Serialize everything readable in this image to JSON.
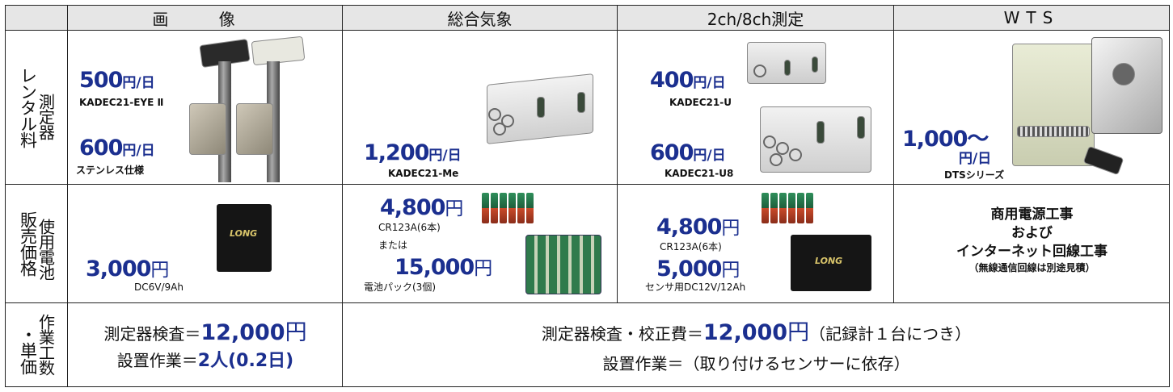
{
  "header": {
    "corner": "",
    "col_image": "画 像",
    "col_weather": "総合気象",
    "col_measure": "2ch/8ch測定",
    "col_wts": "WTS"
  },
  "row_rental": {
    "label_outer": "レンタル料",
    "label_inner": "測定器",
    "image": {
      "p1_num": "500",
      "p1_unit": "円/日",
      "p1_model": "KADEC21-EYE Ⅱ",
      "p2_num": "600",
      "p2_unit": "円/日",
      "p2_model": "ステンレス仕様"
    },
    "weather": {
      "num": "1,200",
      "unit": "円/日",
      "model": "KADEC21-Me"
    },
    "measure": {
      "p1_num": "400",
      "p1_unit": "円/日",
      "p1_model": "KADEC21-U",
      "p2_num": "600",
      "p2_unit": "円/日",
      "p2_model": "KADEC21-U8"
    },
    "wts": {
      "num": "1,000～",
      "unit": "円/日",
      "model": "DTSシリーズ"
    }
  },
  "row_sales": {
    "label_outer": "販売価格",
    "label_inner": "使用電池",
    "image": {
      "num": "3,000",
      "unit": "円",
      "spec": "DC6V/9Ah",
      "battery_brand": "LONG"
    },
    "weather": {
      "p1_num": "4,800",
      "p1_unit": "円",
      "p1_spec": "CR123A(6本)",
      "or": "または",
      "p2_num": "15,000",
      "p2_unit": "円",
      "p2_spec": "電池パック(3個)"
    },
    "measure": {
      "p1_num": "4,800",
      "p1_unit": "円",
      "p1_spec": "CR123A(6本)",
      "p2_num": "5,000",
      "p2_unit": "円",
      "p2_spec": "センサ用DC12V/12Ah",
      "battery_brand": "LONG"
    },
    "wts": {
      "line1": "商用電源工事",
      "line2": "および",
      "line3": "インターネット回線工事",
      "note": "（無線通信回線は別途見積）"
    }
  },
  "row_work": {
    "label_outer": "・単価",
    "label_inner": "作業工数",
    "image": {
      "l1_prefix": "測定器検査＝",
      "l1_num": "12,000",
      "l1_unit": "円",
      "l2_prefix": "設置作業＝",
      "l2_value": "2人(0.2日)"
    },
    "others": {
      "l1_prefix": "測定器検査・校正費＝",
      "l1_num": "12,000",
      "l1_unit": "円",
      "l1_suffix": "（記録計１台につき）",
      "l2": "設置作業＝（取り付けるセンサーに依存）"
    }
  },
  "colors": {
    "price_blue": "#1b2f8f",
    "header_gray": "#e6e6e6"
  },
  "icons": [
    "camera-icon",
    "pole-icon",
    "logger-box-icon",
    "battery-icon",
    "cell-pack-icon",
    "wts-enclosure-icon"
  ]
}
